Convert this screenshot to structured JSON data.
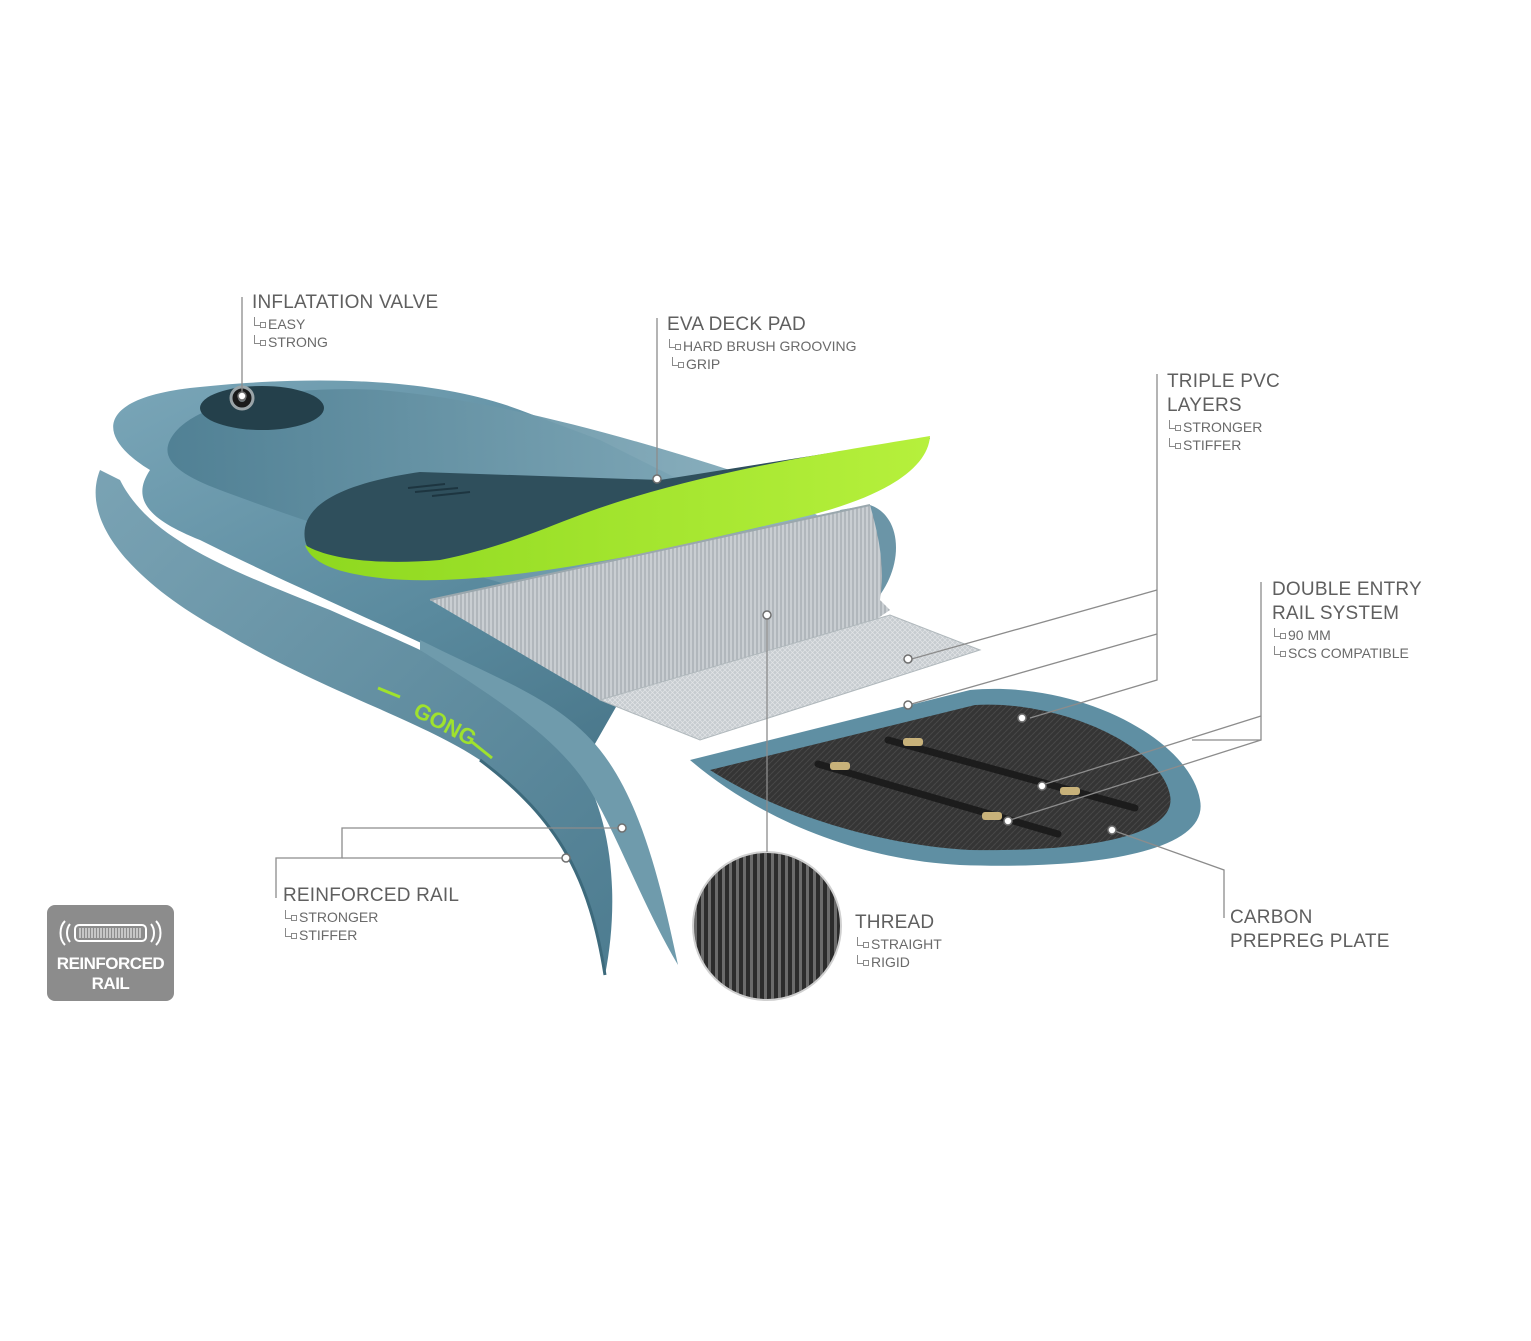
{
  "brand": {
    "logo": "GONG"
  },
  "callouts": {
    "inflation_valve": {
      "title": "INFLATATION VALVE",
      "items": [
        "EASY",
        "STRONG"
      ]
    },
    "eva_deck_pad": {
      "title": "EVA DECK PAD",
      "items": [
        "HARD BRUSH GROOVING",
        "GRIP"
      ]
    },
    "triple_pvc": {
      "title_line1": "TRIPLE PVC",
      "title_line2": "LAYERS",
      "items": [
        "STRONGER",
        "STIFFER"
      ]
    },
    "double_entry": {
      "title_line1": "DOUBLE ENTRY",
      "title_line2": "RAIL SYSTEM",
      "items": [
        "90 MM",
        "SCS COMPATIBLE"
      ]
    },
    "reinforced_rail": {
      "title": "REINFORCED RAIL",
      "items": [
        "STRONGER",
        "STIFFER"
      ]
    },
    "thread": {
      "title": "THREAD",
      "items": [
        "STRAIGHT",
        "RIGID"
      ]
    },
    "carbon_plate": {
      "title_line1": "CARBON",
      "title_line2": "PREPREG PLATE"
    }
  },
  "badge": {
    "line1": "REINFORCED",
    "line2": "RAIL"
  },
  "colors": {
    "board_teal": "#5f8fa3",
    "board_dark": "#3f6a7d",
    "deck_pad": "#2f4f5c",
    "accent_green": "#9fe22d",
    "carbon": "#3a3a3a",
    "leader_line": "#8c8c8c",
    "badge_bg": "#8c8c8c"
  }
}
